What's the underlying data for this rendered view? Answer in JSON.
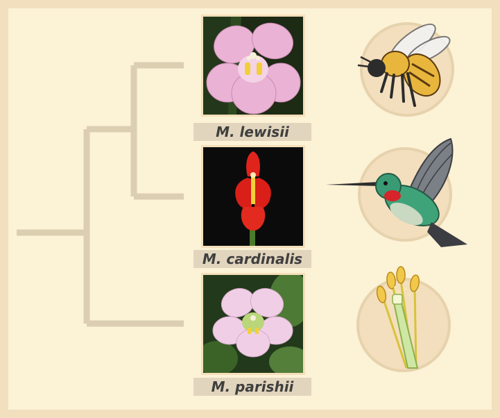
{
  "species": [
    {
      "name": "M. lewisii",
      "pollinator": "bee"
    },
    {
      "name": "M. cardinalis",
      "pollinator": "hummingbird"
    },
    {
      "name": "M. parishii",
      "pollinator": "self"
    }
  ],
  "colors": {
    "background": "#fcf2d6",
    "tree_lines": "#dccfb1",
    "label_band": "#e2d5bd",
    "label_text": "#3f3f3f",
    "pollinator_disc": "#f3dfbd",
    "pink_flower": "#eab2d4",
    "red_flower": "#e0241c",
    "pale_flower": "#f0cfe6"
  },
  "icons": [
    "bee-icon",
    "hummingbird-icon",
    "stamen-pistil-icon"
  ]
}
